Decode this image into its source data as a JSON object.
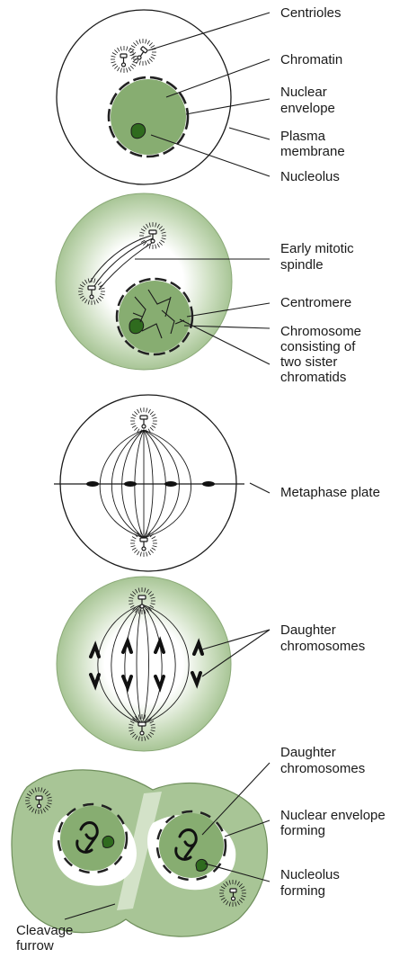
{
  "colors": {
    "cell_fill": "#a8c596",
    "nucleus_fill": "#87ad71",
    "nucleolus_fill": "#2f6b1e",
    "outline": "#1a1a1a",
    "chromosome": "#111111"
  },
  "stage1": {
    "centrioles": "Centrioles",
    "chromatin": "Chromatin",
    "nuclear_envelope_1": "Nuclear",
    "nuclear_envelope_2": "envelope",
    "plasma_membrane_1": "Plasma",
    "plasma_membrane_2": "membrane",
    "nucleolus": "Nucleolus"
  },
  "stage2": {
    "spindle_1": "Early mitotic",
    "spindle_2": "spindle",
    "centromere": "Centromere",
    "chromosome_1": "Chromosome",
    "chromosome_2": "consisting of",
    "chromosome_3": "two sister",
    "chromosome_4": "chromatids"
  },
  "stage3": {
    "metaphase_plate": "Metaphase plate"
  },
  "stage4": {
    "daughter_1": "Daughter",
    "daughter_2": "chromosomes"
  },
  "stage5": {
    "daughter_1": "Daughter",
    "daughter_2": "chromosomes",
    "envelope_1": "Nuclear envelope",
    "envelope_2": "forming",
    "nucleolus_1": "Nucleolus",
    "nucleolus_2": "forming",
    "cleavage_1": "Cleavage",
    "cleavage_2": "furrow"
  }
}
